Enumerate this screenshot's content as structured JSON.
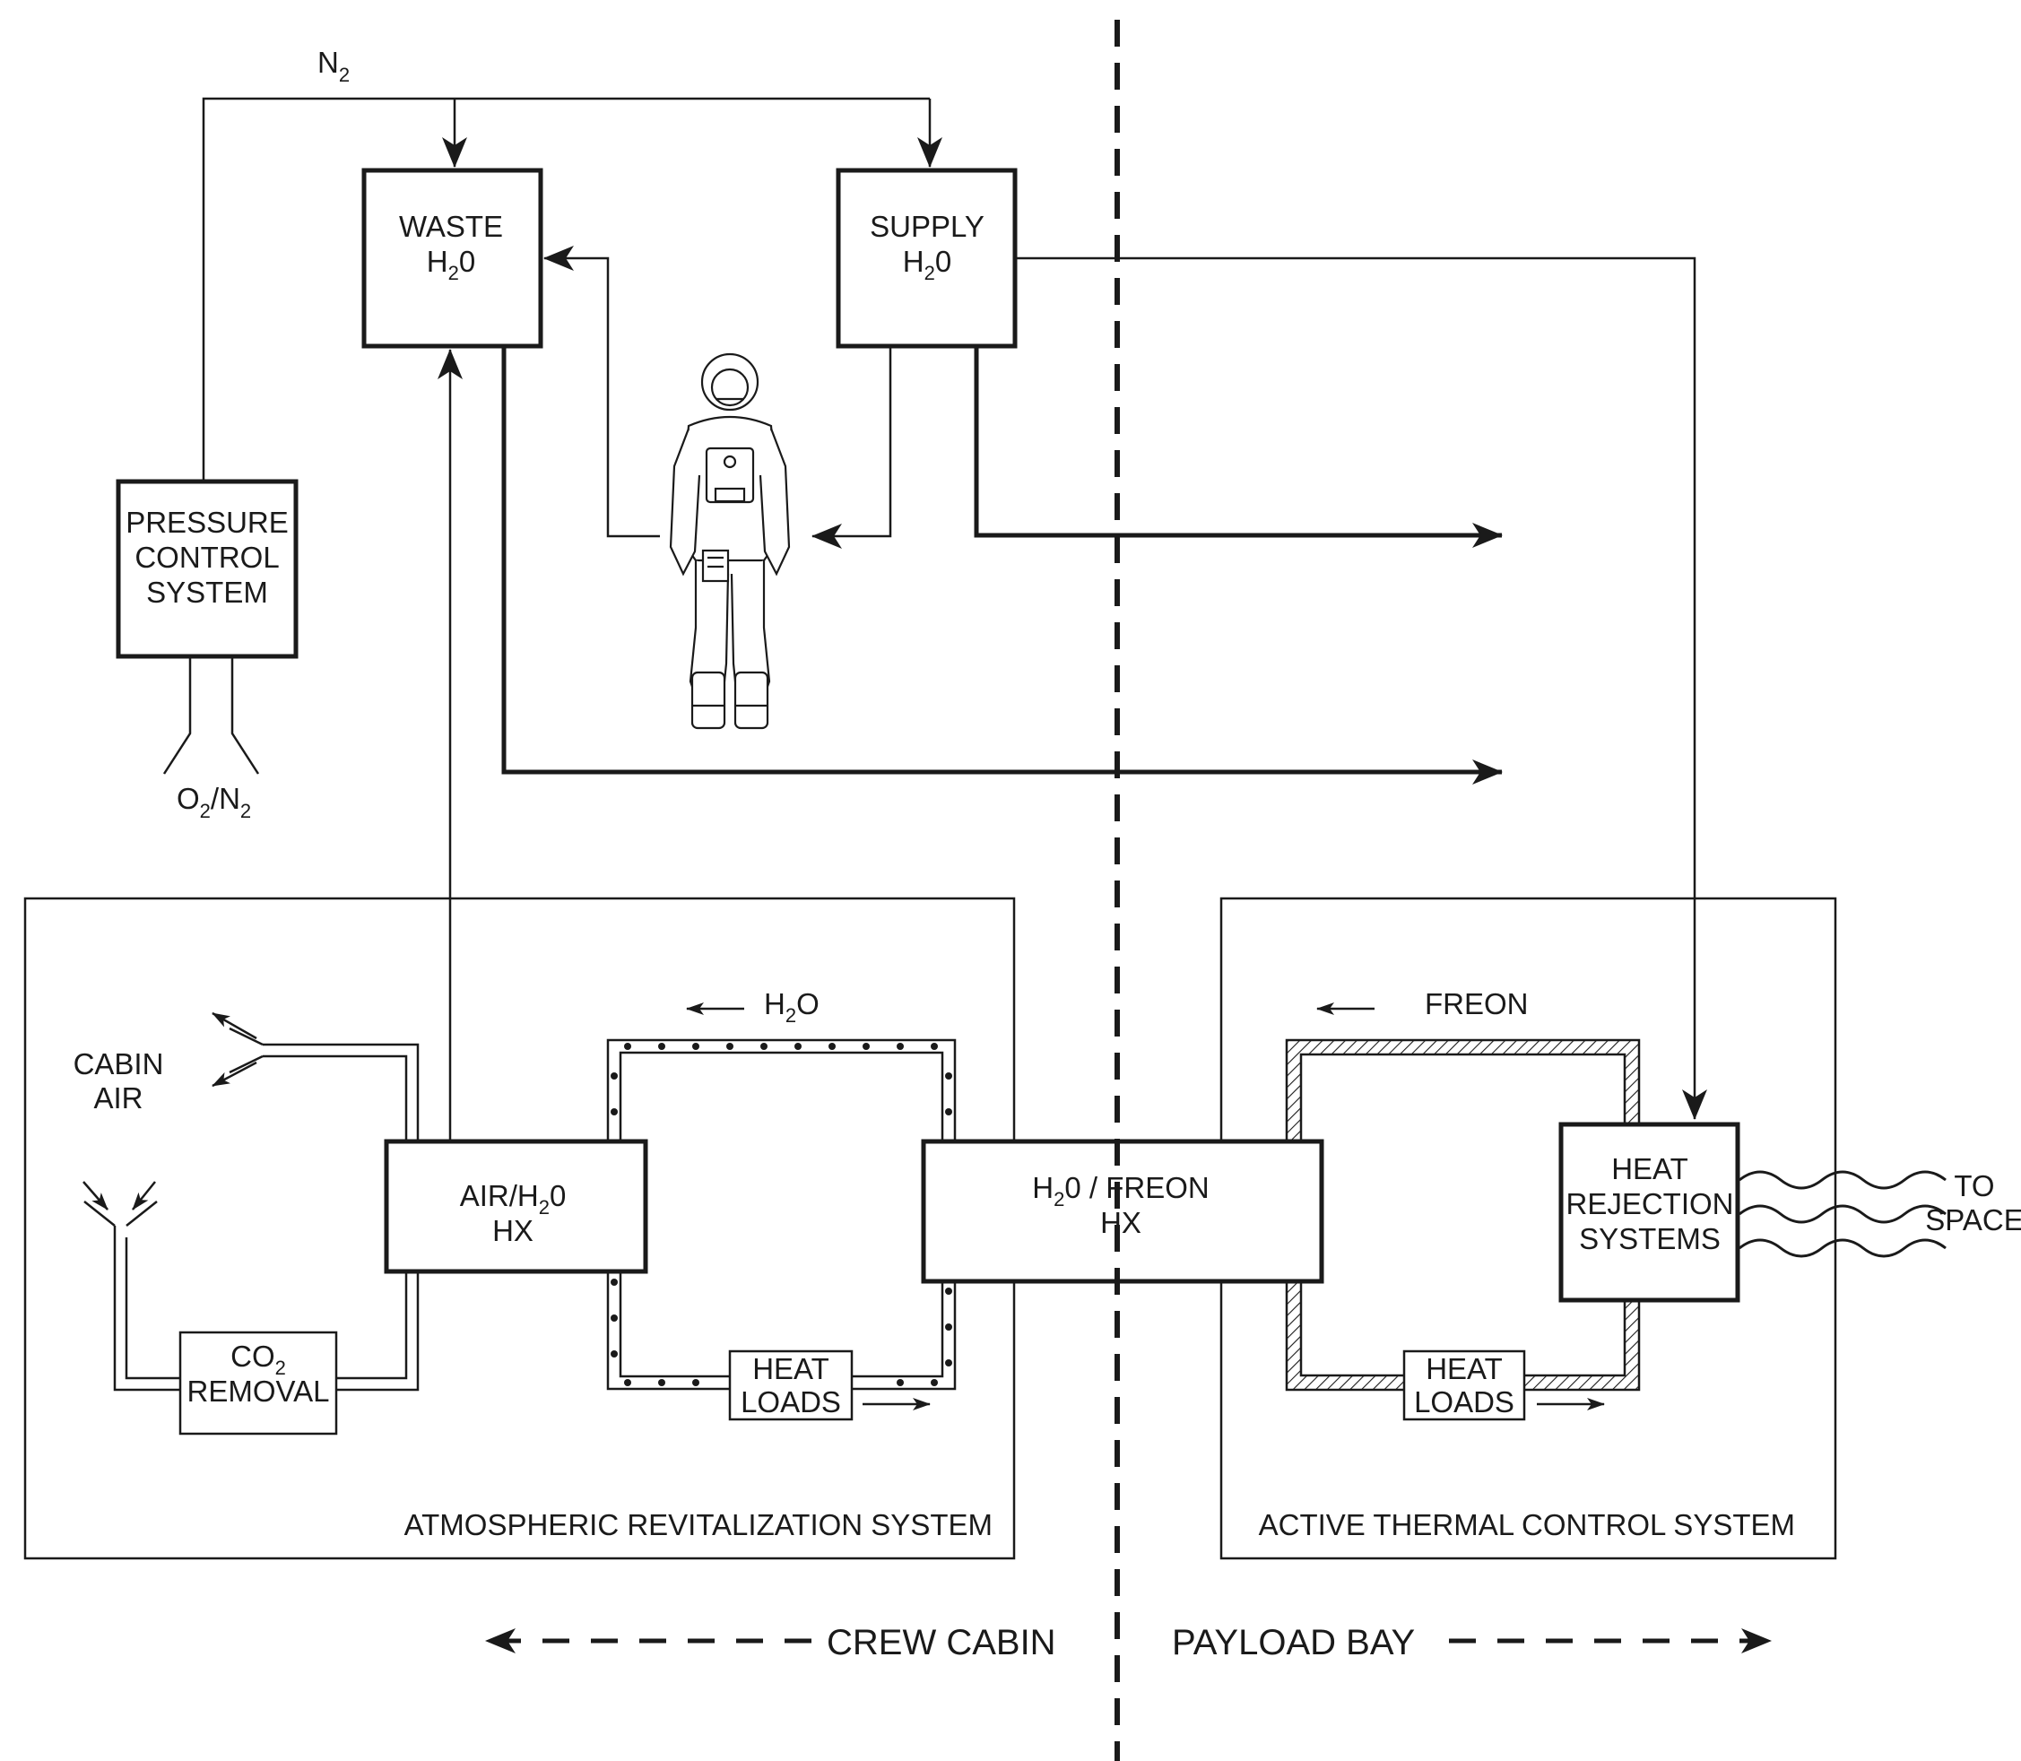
{
  "colors": {
    "ink": "#1a1a1a",
    "background": "#ffffff"
  },
  "gas": {
    "n2": "N",
    "n2_sub": "2",
    "o2n2_o": "O",
    "o2n2_sub1": "2",
    "o2n2_mid": "/N",
    "o2n2_sub2": "2"
  },
  "blocks": {
    "waste": {
      "line1": "WASTE",
      "line2_main": "H",
      "line2_sub": "2",
      "line2_end": "0"
    },
    "supply": {
      "line1": "SUPPLY",
      "line2_main": "H",
      "line2_sub": "2",
      "line2_end": "0"
    },
    "pressure_control": {
      "line1": "PRESSURE",
      "line2": "CONTROL",
      "line3": "SYSTEM"
    },
    "air_hx": {
      "line1_a": "AIR/H",
      "line1_sub": "2",
      "line1_b": "0",
      "line2": "HX"
    },
    "h2o_freon_hx": {
      "line1_a": "H",
      "line1_sub": "2",
      "line1_b": "0 / FREON",
      "line2": "HX"
    },
    "co2_removal": {
      "line1_a": "CO",
      "line1_sub": "2",
      "line2": "REMOVAL"
    },
    "heat_loads_ars": {
      "line1": "HEAT",
      "line2": "LOADS"
    },
    "heat_loads_atcs": {
      "line1": "HEAT",
      "line2": "LOADS"
    },
    "heat_rejection": {
      "line1": "HEAT",
      "line2": "REJECTION",
      "line3": "SYSTEMS"
    }
  },
  "loop_labels": {
    "h2o_a": "H",
    "h2o_sub": "2",
    "h2o_b": "O",
    "freon": "FREON",
    "cabin_air_1": "CABIN",
    "cabin_air_2": "AIR",
    "to_space_1": "TO",
    "to_space_2": "SPACE"
  },
  "systems": {
    "ars": "ATMOSPHERIC REVITALIZATION  SYSTEM",
    "atcs": "ACTIVE THERMAL CONTROL SYSTEM"
  },
  "regions": {
    "crew_cabin": "CREW CABIN",
    "payload_bay": "PAYLOAD BAY"
  },
  "icons": {
    "crew_member": "astronaut-icon"
  }
}
